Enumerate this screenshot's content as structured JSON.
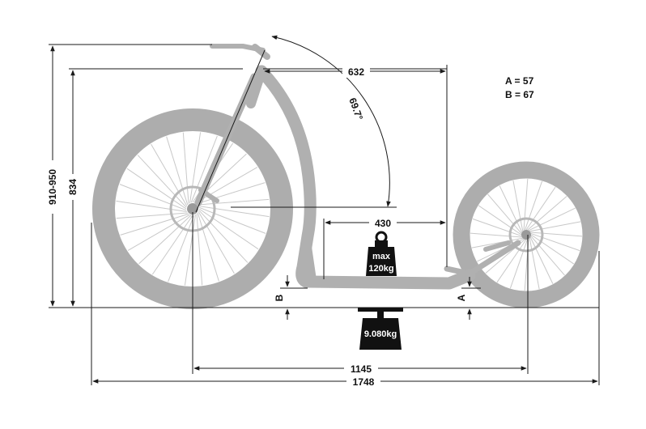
{
  "diagram": {
    "dimensions": {
      "handlebar_height_range": "910-950",
      "head_height": "834",
      "reach": "632",
      "deck_length": "430",
      "wheelbase": "1145",
      "overall_length": "1748",
      "head_angle": "69.7°"
    },
    "markers": {
      "b_letter": "B",
      "a_letter": "A"
    },
    "legend": {
      "a_line": "A = 57",
      "b_line": "B = 67"
    },
    "max_load": {
      "line1": "max",
      "line2": "120kg"
    },
    "weight": "9.080kg",
    "colors": {
      "frame_gray": "#b0b0b0",
      "wheel_gray": "#adadad",
      "dimension_line": "#1a1a1a",
      "weight_fill": "#111111"
    }
  }
}
